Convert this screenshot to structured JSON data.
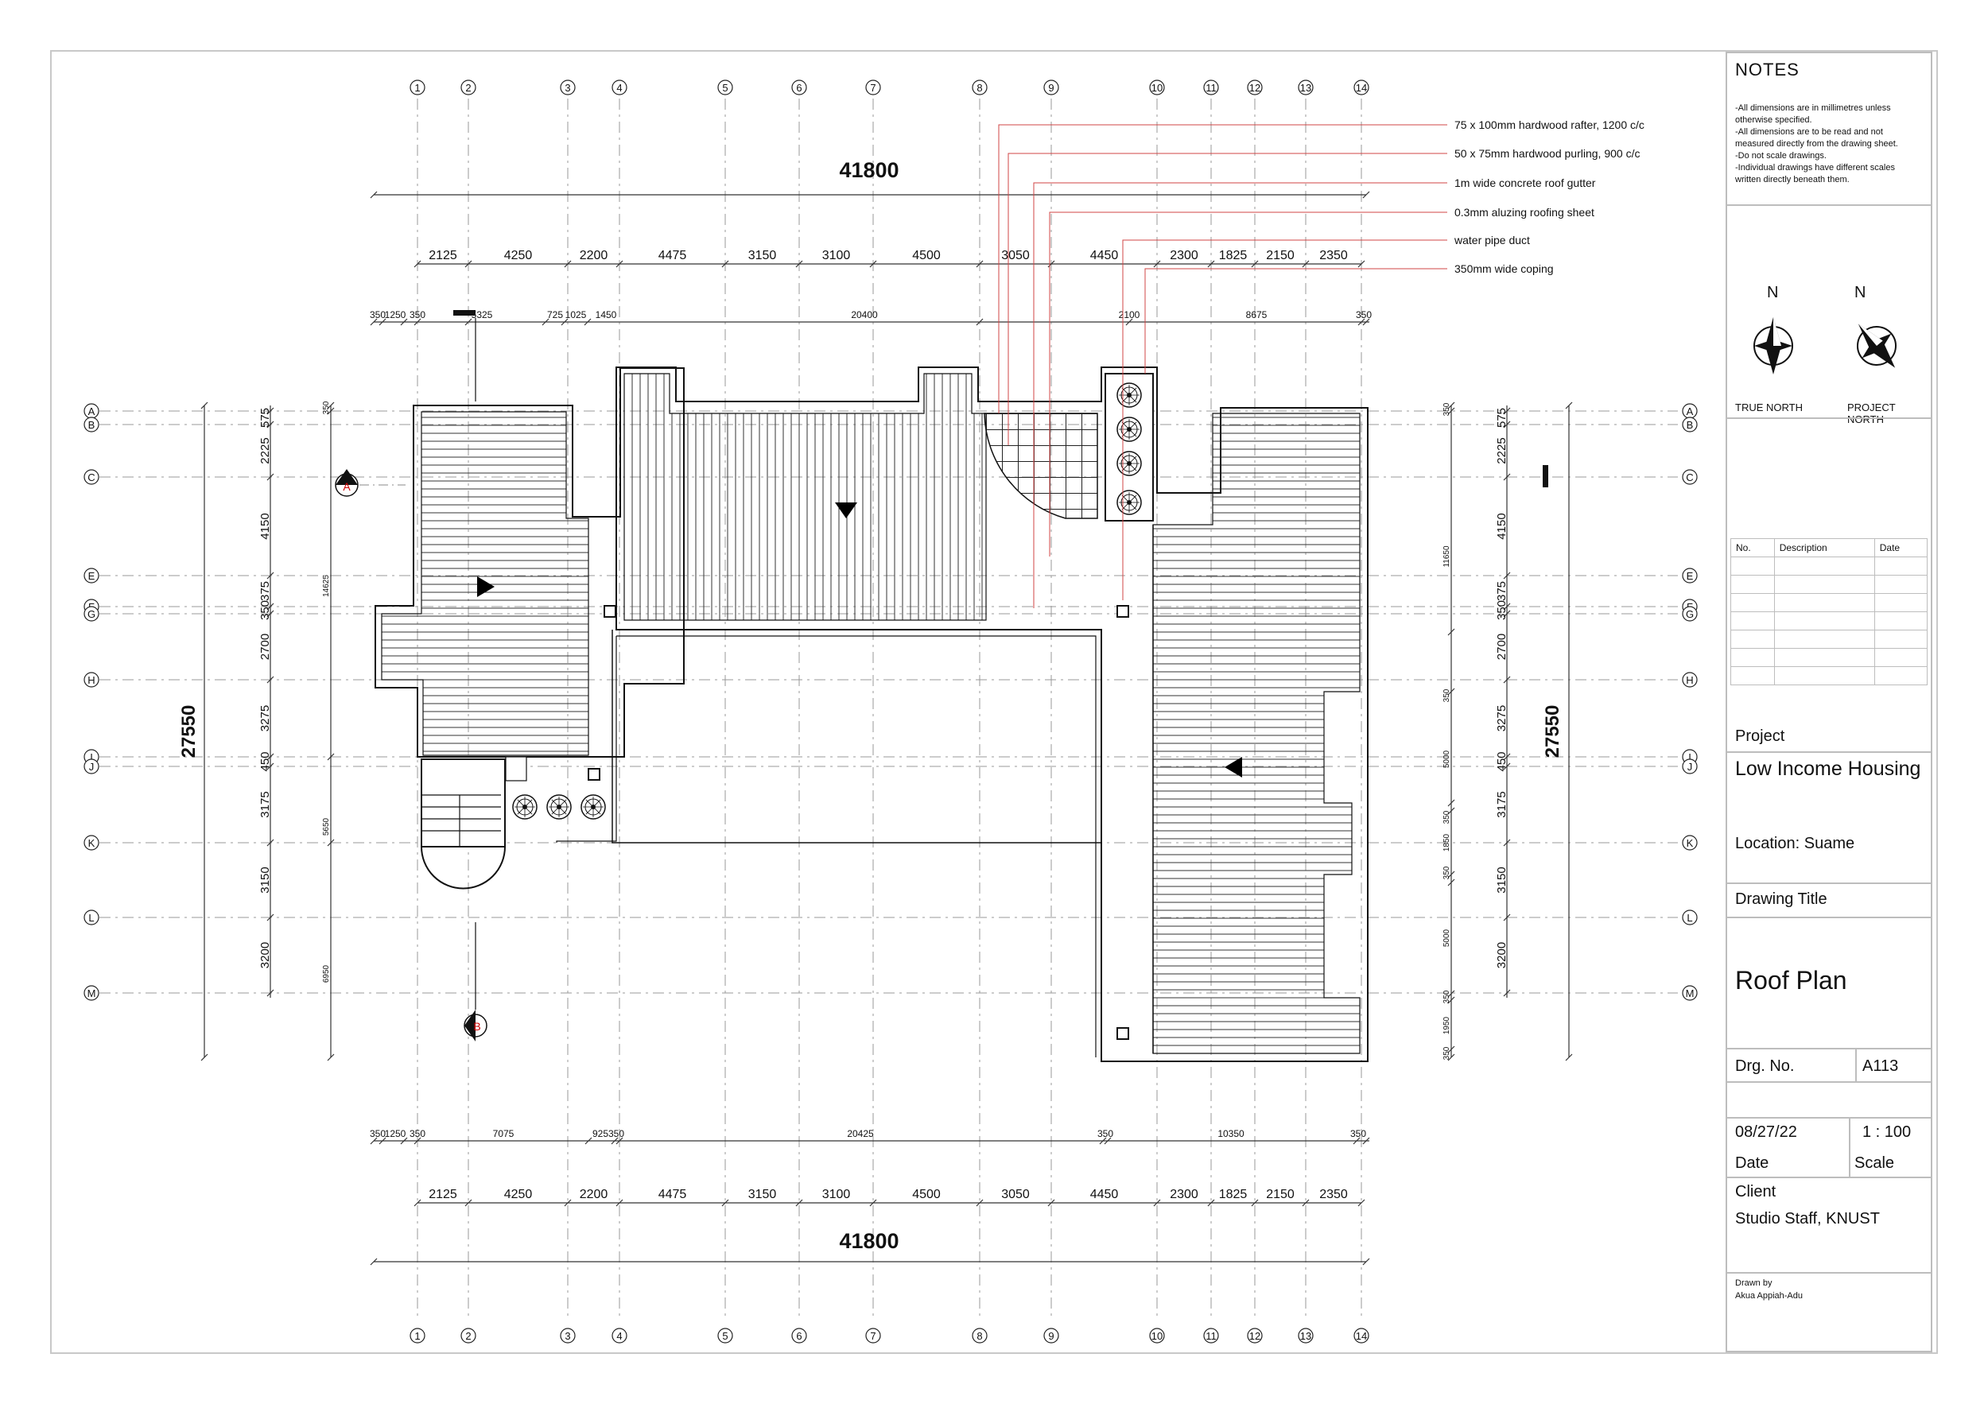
{
  "title_block": {
    "notes_title": "NOTES",
    "notes": [
      "-All dimensions are in millimetres unless otherwise specified.",
      "-All dimensions are to be read and not measured directly from the drawing sheet.",
      "-Do not scale drawings.",
      "-Individual drawings have different scales written directly beneath them."
    ],
    "north_letter": "N",
    "true_north_label": "TRUE NORTH",
    "project_north_label": "PROJECT NORTH",
    "rev_headers": [
      "No.",
      "Description",
      "Date"
    ],
    "project_label": "Project",
    "project_name": "Low Income Housing",
    "location": "Location: Suame",
    "drawing_title_label": "Drawing Title",
    "drawing_title": "Roof Plan",
    "drg_no_label": "Drg. No.",
    "drg_no": "A113",
    "date": "08/27/22",
    "scale": "1 : 100",
    "date_label": "Date",
    "scale_label": "Scale",
    "client_label": "Client",
    "client": "Studio Staff, KNUST",
    "drawn_by_label": "Drawn by",
    "drawn_by": "Akua Appiah-Adu"
  },
  "annotations": [
    "75 x 100mm hardwood rafter, 1200 c/c",
    "50 x 75mm hardwood purling, 900 c/c",
    "1m wide concrete roof gutter",
    "0.3mm aluzing roofing sheet",
    "water pipe duct",
    "350mm wide coping"
  ],
  "grid_cols": [
    "1",
    "2",
    "3",
    "4",
    "5",
    "6",
    "7",
    "8",
    "9",
    "10",
    "11",
    "12",
    "13",
    "14"
  ],
  "grid_rows": [
    "A",
    "B",
    "C",
    "E",
    "F",
    "G",
    "H",
    "I",
    "J",
    "K",
    "L",
    "M"
  ],
  "overall_width": "41800",
  "overall_depth": "27550",
  "bay_dims": [
    "2125",
    "4250",
    "2200",
    "4475",
    "3150",
    "3100",
    "4500",
    "3050",
    "4450",
    "2300",
    "1825",
    "2150",
    "2350"
  ],
  "top_outer_dims": [
    "350",
    "1250",
    "350",
    "5325",
    "725",
    "1025",
    "1450",
    "20400",
    "2100",
    "8675",
    "350"
  ],
  "bottom_outer_dims": [
    "350",
    "1250",
    "350",
    "7075",
    "925",
    "350",
    "20425",
    "350",
    "10350",
    "350"
  ],
  "row_dims": [
    "575",
    "2225",
    "4150",
    "375",
    "350",
    "2700",
    "3275",
    "450",
    "3175",
    "3150",
    "3200"
  ],
  "left_outer_dims": [
    "350",
    "14625",
    "5650",
    "6950"
  ],
  "right_outer_dims": [
    "350",
    "11650",
    "350",
    "5000",
    "350",
    "1850",
    "350",
    "5000",
    "350",
    "1950",
    "350"
  ],
  "section_marks": [
    "A",
    "B"
  ]
}
